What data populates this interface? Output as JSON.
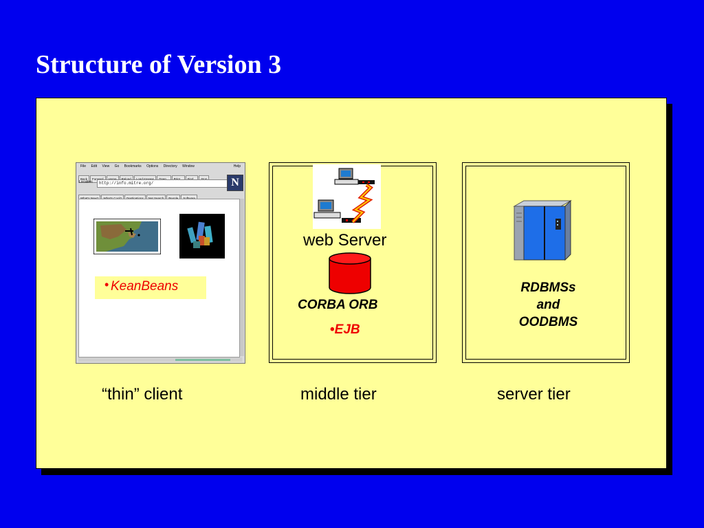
{
  "title": "Structure of Version 3",
  "browser": {
    "menu": [
      "File",
      "Edit",
      "View",
      "Go",
      "Bookmarks",
      "Options",
      "Directory",
      "Window"
    ],
    "menu_help": "Help",
    "toolbar": [
      "Back",
      "Forward",
      "Home",
      "Reload",
      "Load Images",
      "Open...",
      "Print...",
      "Find...",
      "Stop"
    ],
    "location_label": "Location:",
    "location_url": "http://info.mitre.org/",
    "logo": "N",
    "directory_buttons": [
      "What's New?",
      "What's Cool?",
      "Destinations",
      "Net Search",
      "People",
      "Software"
    ]
  },
  "thin_client": {
    "bullet": "•",
    "item": "KeanBeans",
    "label": "“thin” client"
  },
  "middle_tier": {
    "server_label": "web Server",
    "orb_label": "CORBA ORB",
    "bullet": "•",
    "item": "EJB",
    "label": "middle tier"
  },
  "server_tier": {
    "db_line1": "RDBMSs",
    "db_line2": "and",
    "db_line3": "OODBMS",
    "label": "server tier"
  },
  "colors": {
    "background": "#0000ee",
    "panel": "#ffff99",
    "highlight_text": "#ee0000",
    "title_text": "#ffffff"
  }
}
